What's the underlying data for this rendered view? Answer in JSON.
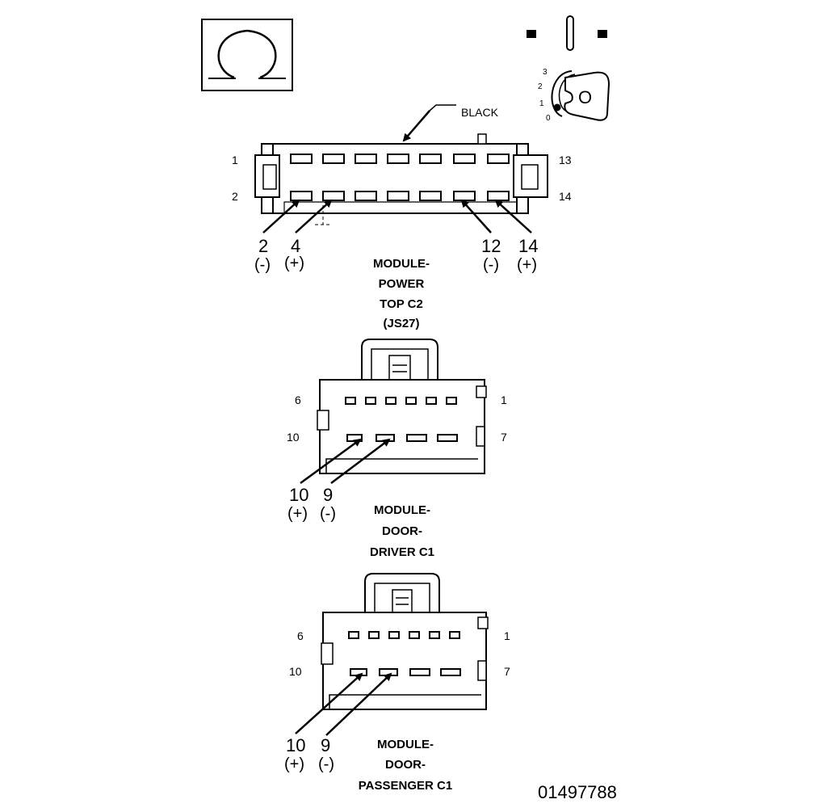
{
  "symbol_box": {
    "icon": "ohm-symbol-icon"
  },
  "ignition": {
    "icon": "ignition-key-icon",
    "positions": [
      "3",
      "2",
      "1",
      "0"
    ],
    "key_letter": "O"
  },
  "connector_power": {
    "color_label": "BLACK",
    "pin_tl": "1",
    "pin_bl": "2",
    "pin_tr": "13",
    "pin_br": "14",
    "probes": [
      {
        "pin": "2",
        "polarity": "(-)"
      },
      {
        "pin": "4",
        "polarity": "(+)"
      },
      {
        "pin": "12",
        "polarity": "(-)"
      },
      {
        "pin": "14",
        "polarity": "(+)"
      }
    ],
    "caption": [
      "MODULE-",
      "POWER",
      "TOP C2",
      "(JS27)"
    ]
  },
  "connector_driver": {
    "pin_tl": "6",
    "pin_tr": "1",
    "pin_bl": "10",
    "pin_br": "7",
    "probes": [
      {
        "pin": "10",
        "polarity": "(+)"
      },
      {
        "pin": "9",
        "polarity": "(-)"
      }
    ],
    "caption": [
      "MODULE-",
      "DOOR-",
      "DRIVER C1"
    ]
  },
  "connector_passenger": {
    "pin_tl": "6",
    "pin_tr": "1",
    "pin_bl": "10",
    "pin_br": "7",
    "probes": [
      {
        "pin": "10",
        "polarity": "(+)"
      },
      {
        "pin": "9",
        "polarity": "(-)"
      }
    ],
    "caption": [
      "MODULE-",
      "DOOR-",
      "PASSENGER C1"
    ]
  },
  "figure_number": "01497788"
}
